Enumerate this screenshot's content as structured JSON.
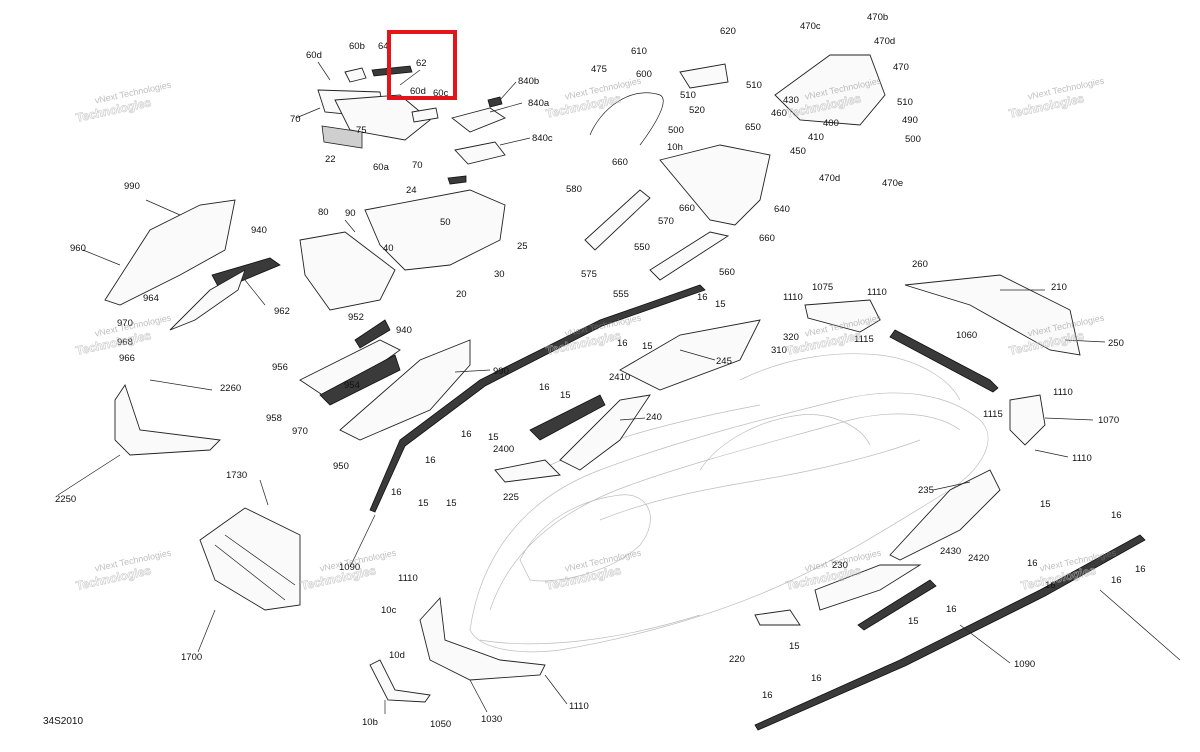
{
  "diagram_code": "34S2010",
  "watermark": {
    "line1": "vNext",
    "line2": "Technologies"
  },
  "highlight_color": "#e5141b",
  "highlight_label": "62",
  "callouts": [
    "60d",
    "60b",
    "64",
    "62",
    "60d",
    "60c",
    "70",
    "75",
    "22",
    "60a",
    "70",
    "840b",
    "840a",
    "840c",
    "24",
    "50",
    "80",
    "90",
    "40",
    "25",
    "30",
    "20",
    "990",
    "940",
    "960",
    "964",
    "962",
    "970",
    "968",
    "966",
    "2260",
    "2250",
    "952",
    "940",
    "956",
    "954",
    "958",
    "970",
    "950",
    "990",
    "475",
    "610",
    "620",
    "600",
    "510",
    "520",
    "500",
    "510",
    "650",
    "470c",
    "470b",
    "470d",
    "470",
    "430",
    "400",
    "460",
    "410",
    "450",
    "510",
    "490",
    "500",
    "470d",
    "470e",
    "660",
    "10h",
    "580",
    "570",
    "660",
    "640",
    "660",
    "550",
    "560",
    "575",
    "555",
    "16",
    "15",
    "16",
    "15",
    "245",
    "2410",
    "16",
    "15",
    "240",
    "2400",
    "225",
    "16",
    "15",
    "16",
    "15",
    "16",
    "15",
    "1110",
    "1075",
    "1110",
    "320",
    "1115",
    "310",
    "260",
    "210",
    "1060",
    "250",
    "1110",
    "1115",
    "1070",
    "1110",
    "235",
    "15",
    "16",
    "2430",
    "2420",
    "16",
    "230",
    "15",
    "16",
    "16",
    "220",
    "15",
    "16",
    "16",
    "16",
    "16",
    "1090",
    "1730",
    "1700",
    "1090",
    "1110",
    "10c",
    "10d",
    "10b",
    "1050",
    "1030",
    "1110"
  ]
}
